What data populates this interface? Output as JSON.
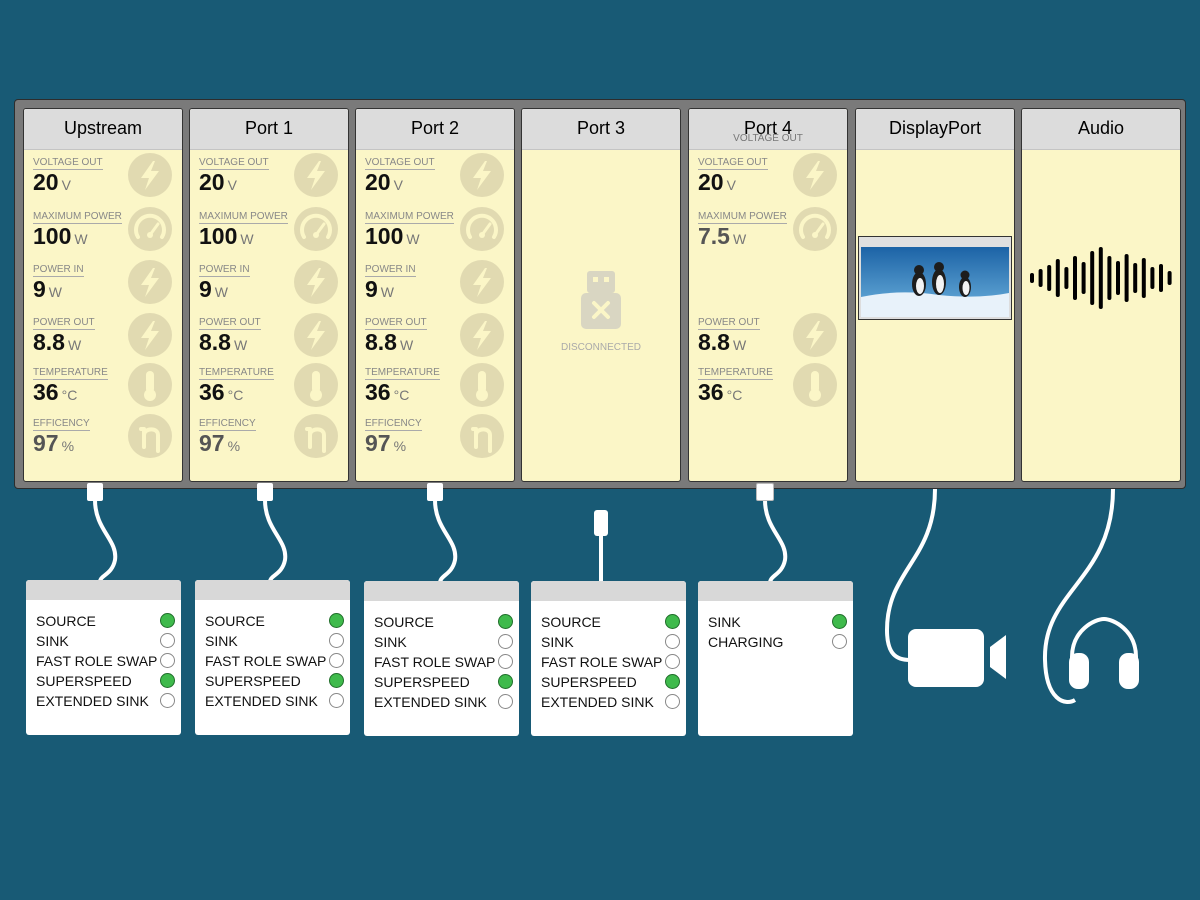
{
  "panels": [
    {
      "title": "Upstream",
      "header_sub": "",
      "connected": true,
      "metrics": [
        {
          "label": "VOLTAGE OUT",
          "value": "20",
          "unit": "V",
          "icon": "bolt-icon",
          "dim": false
        },
        {
          "label": "MAXIMUM POWER",
          "value": "100",
          "unit": "W",
          "icon": "gauge-icon",
          "dim": false
        },
        {
          "label": "POWER IN",
          "value": "9",
          "unit": "W",
          "icon": "bolt-icon",
          "dim": false
        },
        {
          "label": "POWER OUT",
          "value": "8.8",
          "unit": "W",
          "icon": "bolt-icon",
          "dim": false
        },
        {
          "label": "TEMPERATURE",
          "value": "36",
          "unit": "°C",
          "icon": "thermometer-icon",
          "dim": false
        },
        {
          "label": "EFFICENCY",
          "value": "97",
          "unit": "%",
          "icon": "eta-icon",
          "dim": true
        }
      ]
    },
    {
      "title": "Port 1",
      "header_sub": "",
      "connected": true,
      "metrics": [
        {
          "label": "VOLTAGE OUT",
          "value": "20",
          "unit": "V",
          "icon": "bolt-icon",
          "dim": false
        },
        {
          "label": "MAXIMUM POWER",
          "value": "100",
          "unit": "W",
          "icon": "gauge-icon",
          "dim": false
        },
        {
          "label": "POWER IN",
          "value": "9",
          "unit": "W",
          "icon": "bolt-icon",
          "dim": false
        },
        {
          "label": "POWER OUT",
          "value": "8.8",
          "unit": "W",
          "icon": "bolt-icon",
          "dim": false
        },
        {
          "label": "TEMPERATURE",
          "value": "36",
          "unit": "°C",
          "icon": "thermometer-icon",
          "dim": false
        },
        {
          "label": "EFFICENCY",
          "value": "97",
          "unit": "%",
          "icon": "eta-icon",
          "dim": true
        }
      ]
    },
    {
      "title": "Port 2",
      "header_sub": "",
      "connected": true,
      "metrics": [
        {
          "label": "VOLTAGE OUT",
          "value": "20",
          "unit": "V",
          "icon": "bolt-icon",
          "dim": false
        },
        {
          "label": "MAXIMUM POWER",
          "value": "100",
          "unit": "W",
          "icon": "gauge-icon",
          "dim": false
        },
        {
          "label": "POWER IN",
          "value": "9",
          "unit": "W",
          "icon": "bolt-icon",
          "dim": false
        },
        {
          "label": "POWER OUT",
          "value": "8.8",
          "unit": "W",
          "icon": "bolt-icon",
          "dim": false
        },
        {
          "label": "TEMPERATURE",
          "value": "36",
          "unit": "°C",
          "icon": "thermometer-icon",
          "dim": false
        },
        {
          "label": "EFFICENCY",
          "value": "97",
          "unit": "%",
          "icon": "eta-icon",
          "dim": true
        }
      ]
    },
    {
      "title": "Port 3",
      "header_sub": "",
      "connected": false,
      "disconnected_label": "DISCONNECTED",
      "metrics": []
    },
    {
      "title": "Port 4",
      "header_sub": "VOLTAGE OUT",
      "connected": true,
      "metrics": [
        {
          "label": "VOLTAGE OUT",
          "value": "20",
          "unit": "V",
          "icon": "bolt-icon",
          "dim": false
        },
        {
          "label": "MAXIMUM POWER",
          "value": "7.5",
          "unit": "W",
          "icon": "gauge-icon",
          "dim": true
        },
        null,
        {
          "label": "POWER OUT",
          "value": "8.8",
          "unit": "W",
          "icon": "bolt-icon",
          "dim": false
        },
        {
          "label": "TEMPERATURE",
          "value": "36",
          "unit": "°C",
          "icon": "thermometer-icon",
          "dim": false
        },
        null
      ]
    },
    {
      "title": "DisplayPort",
      "header_sub": "",
      "connected": true,
      "content": "video-thumbnail",
      "metrics": []
    },
    {
      "title": "Audio",
      "header_sub": "",
      "connected": true,
      "content": "audio-waveform",
      "metrics": []
    }
  ],
  "port_cards": [
    {
      "flags": [
        {
          "label": "SOURCE",
          "on": true
        },
        {
          "label": "SINK",
          "on": false
        },
        {
          "label": "FAST ROLE SWAP",
          "on": false
        },
        {
          "label": "SUPERSPEED",
          "on": true
        },
        {
          "label": "EXTENDED SINK",
          "on": false
        }
      ]
    },
    {
      "flags": [
        {
          "label": "SOURCE",
          "on": true
        },
        {
          "label": "SINK",
          "on": false
        },
        {
          "label": "FAST ROLE SWAP",
          "on": false
        },
        {
          "label": "SUPERSPEED",
          "on": true
        },
        {
          "label": "EXTENDED SINK",
          "on": false
        }
      ]
    },
    {
      "flags": [
        {
          "label": "SOURCE",
          "on": true
        },
        {
          "label": "SINK",
          "on": false
        },
        {
          "label": "FAST ROLE SWAP",
          "on": false
        },
        {
          "label": "SUPERSPEED",
          "on": true
        },
        {
          "label": "EXTENDED SINK",
          "on": false
        }
      ]
    },
    {
      "flags": [
        {
          "label": "SOURCE",
          "on": true
        },
        {
          "label": "SINK",
          "on": false
        },
        {
          "label": "FAST ROLE SWAP",
          "on": false
        },
        {
          "label": "SUPERSPEED",
          "on": true
        },
        {
          "label": "EXTENDED SINK",
          "on": false
        }
      ]
    },
    {
      "flags": [
        {
          "label": "SINK",
          "on": true
        },
        {
          "label": "CHARGING",
          "on": false
        }
      ]
    }
  ],
  "devices": [
    {
      "icon": "camera-icon"
    },
    {
      "icon": "headphones-icon"
    }
  ],
  "colors": {
    "background": "#185a75",
    "panel": "#fbf6c7",
    "header": "#dcdcdc",
    "flag_on": "#3fba4c",
    "icon_bg": "#e1dab1"
  }
}
